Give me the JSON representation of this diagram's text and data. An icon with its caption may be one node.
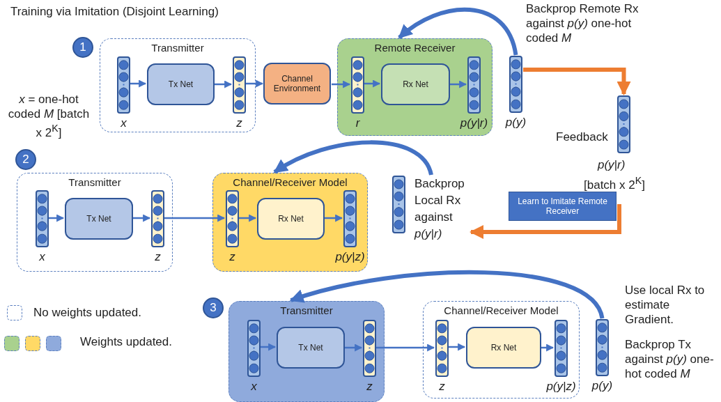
{
  "diagram": {
    "title": "Training via Imitation (Disjoint Learning)",
    "nodes": [
      {
        "text": [
          "1"
        ]
      },
      {
        "text": [
          "Transmitter"
        ]
      },
      {
        "text": [],
        "shape": "bar",
        "in": 1,
        "beside": [
          "*x*"
        ]
      },
      {
        "text": [
          "Tx Net"
        ],
        "in": 1
      },
      {
        "text": [],
        "shape": "bar",
        "in": 1,
        "beside": [
          "*z*"
        ]
      },
      {
        "text": [
          "Channel Environment"
        ]
      },
      {
        "text": [
          "Remote Receiver"
        ]
      },
      {
        "text": [],
        "shape": "bar",
        "in": 6,
        "beside": [
          "*r*"
        ]
      },
      {
        "text": [
          "Rx Net"
        ],
        "in": 6
      },
      {
        "text": [],
        "shape": "bar",
        "in": 6,
        "beside": [
          "*p(y|r)*"
        ]
      },
      {
        "text": [],
        "shape": "bar",
        "beside": [
          "*p(y)*"
        ]
      },
      {
        "text": [],
        "shape": "bar",
        "beside": [
          "Feedback",
          "*p(y|r)*",
          "[batch x 2$^{K}$]"
        ]
      },
      {
        "text": [
          "Learn to Imitate Remote Receiver"
        ]
      },
      {
        "text": [
          "2"
        ]
      },
      {
        "text": [
          "Transmitter"
        ]
      },
      {
        "text": [],
        "shape": "bar",
        "in": 14,
        "beside": [
          "*x*"
        ]
      },
      {
        "text": [
          "Tx Net"
        ],
        "in": 14
      },
      {
        "text": [],
        "shape": "bar",
        "in": 14,
        "beside": [
          "*z*"
        ]
      },
      {
        "text": [
          "Channel/Receiver Model"
        ]
      },
      {
        "text": [],
        "shape": "bar",
        "in": 18,
        "beside": [
          "*z*"
        ]
      },
      {
        "text": [
          "Rx Net"
        ],
        "in": 18
      },
      {
        "text": [],
        "shape": "bar",
        "in": 18,
        "beside": [
          "*p(y|z)*"
        ]
      },
      {
        "text": [],
        "shape": "bar",
        "beside": [
          "Backprop Local Rx against *p(y|r)*"
        ]
      },
      {
        "text": [
          "3"
        ]
      },
      {
        "text": [
          "Transmitter"
        ]
      },
      {
        "text": [],
        "shape": "bar",
        "in": 24,
        "beside": [
          "*x*"
        ]
      },
      {
        "text": [
          "Tx Net"
        ],
        "in": 24
      },
      {
        "text": [],
        "shape": "bar",
        "in": 24,
        "beside": [
          "*z*"
        ]
      },
      {
        "text": [
          "Channel/Receiver Model"
        ]
      },
      {
        "text": [],
        "shape": "bar",
        "in": 28,
        "beside": [
          "*z*"
        ]
      },
      {
        "text": [
          "Rx Net"
        ],
        "in": 28
      },
      {
        "text": [],
        "shape": "bar",
        "in": 28,
        "beside": [
          "*p(y|z)*"
        ]
      },
      {
        "text": [],
        "shape": "bar",
        "beside": [
          "*p(y)*"
        ]
      }
    ],
    "edges": [
      {
        "from": 2,
        "to": 3,
        "arrow": "to"
      },
      {
        "from": 3,
        "to": 4,
        "arrow": "to"
      },
      {
        "from": 4,
        "to": 5,
        "arrow": "to"
      },
      {
        "from": 5,
        "to": 7,
        "arrow": "to"
      },
      {
        "from": 7,
        "to": 8,
        "arrow": "to"
      },
      {
        "from": 8,
        "to": 9,
        "arrow": "to"
      },
      {
        "from": 10,
        "to": 6,
        "arrow": "to",
        "style": "thick"
      },
      {
        "from": 10,
        "to": 11,
        "arrow": "to",
        "style": "thick",
        "color": "#ed7d31"
      },
      {
        "from": 12,
        "to": 22,
        "arrow": "to",
        "style": "thick",
        "color": "#ed7d31"
      },
      {
        "from": 15,
        "to": 16,
        "arrow": "to"
      },
      {
        "from": 16,
        "to": 17,
        "arrow": "to"
      },
      {
        "from": 17,
        "to": 19,
        "arrow": "to"
      },
      {
        "from": 19,
        "to": 20,
        "arrow": "to"
      },
      {
        "from": 20,
        "to": 21,
        "arrow": "to"
      },
      {
        "from": 22,
        "to": 18,
        "arrow": "to",
        "style": "thick"
      },
      {
        "from": 25,
        "to": 26,
        "arrow": "to"
      },
      {
        "from": 26,
        "to": 27,
        "arrow": "to"
      },
      {
        "from": 27,
        "to": 29,
        "arrow": "to"
      },
      {
        "from": 29,
        "to": 30,
        "arrow": "to"
      },
      {
        "from": 30,
        "to": 31,
        "arrow": "to"
      },
      {
        "from": 32,
        "to": 24,
        "arrow": "to",
        "style": "thick"
      }
    ],
    "labels": [
      "*x* = one-hot coded *M* [batch x 2$^{K}$]",
      "Backprop Remote Rx against *p(y)* one-hot coded *M*",
      "Use local Rx to estimate Gradient.",
      "Backprop Tx against *p(y)* one-hot coded *M*"
    ],
    "legend": [
      {
        "text": "No weights updated."
      },
      {
        "text": "Weights updated."
      }
    ]
  }
}
